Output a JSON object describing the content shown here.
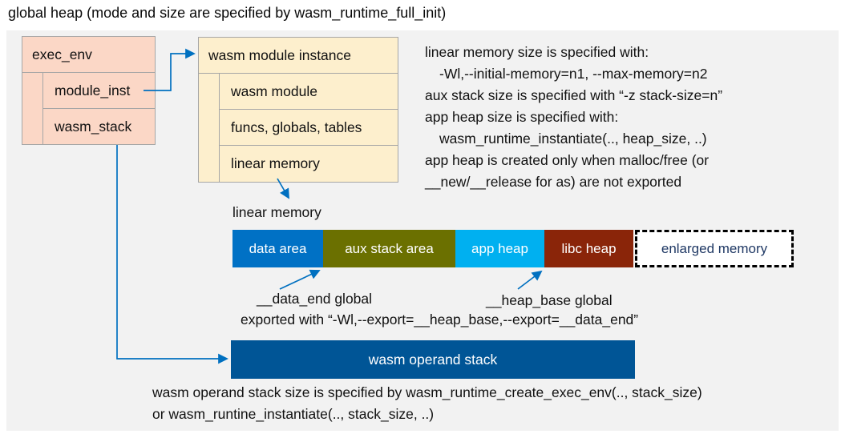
{
  "title": "global heap (mode and size are specified by wasm_runtime_full_init)",
  "exec_env_box": {
    "header": "exec_env",
    "rows": [
      "module_inst",
      "wasm_stack"
    ]
  },
  "module_instance_box": {
    "header": "wasm module instance",
    "rows": [
      "wasm module",
      "funcs, globals, tables",
      "linear memory"
    ]
  },
  "notes_top_right": {
    "lines": [
      "linear memory size is specified with:",
      "-Wl,--initial-memory=n1, --max-memory=n2",
      "aux stack size is specified with “-z stack-size=n”",
      "app heap size is specified with:",
      "wasm_runtime_instantiate(.., heap_size, ..)",
      "app heap is created only when malloc/free (or",
      "__new/__release for as) are not exported"
    ]
  },
  "linear_memory": {
    "label": "linear memory",
    "segments": [
      {
        "label": "data area",
        "color": "#0071c5",
        "text_color": "#ffffff"
      },
      {
        "label": "aux stack area",
        "color": "#6b7000",
        "text_color": "#ffffff"
      },
      {
        "label": "app heap",
        "color": "#00b0f0",
        "text_color": "#ffffff"
      },
      {
        "label": "libc heap",
        "color": "#8a2509",
        "text_color": "#ffffff"
      },
      {
        "label": "enlarged memory",
        "color": "#ffffff",
        "text_color": "#1f3864",
        "border_style": "dashed"
      }
    ]
  },
  "annotations": {
    "data_end_label": "__data_end global",
    "heap_base_label": "__heap_base global",
    "export_line": "exported with “-Wl,--export=__heap_base,--export=__data_end”"
  },
  "operand_stack": {
    "label": "wasm operand stack",
    "color": "#005596"
  },
  "bottom_notes": {
    "lines": [
      "wasm operand stack size is specified by wasm_runtime_create_exec_env(.., stack_size)",
      "or wasm_runtine_instantiate(.., stack_size, ..)"
    ]
  },
  "colors": {
    "panel_bg": "#f2f2f2",
    "exec_env_fill": "#fbd7c6",
    "module_fill": "#fdefcd",
    "box_border": "#a6a6a6",
    "arrow": "#0070c0",
    "enlarged_text": "#1f3864"
  }
}
